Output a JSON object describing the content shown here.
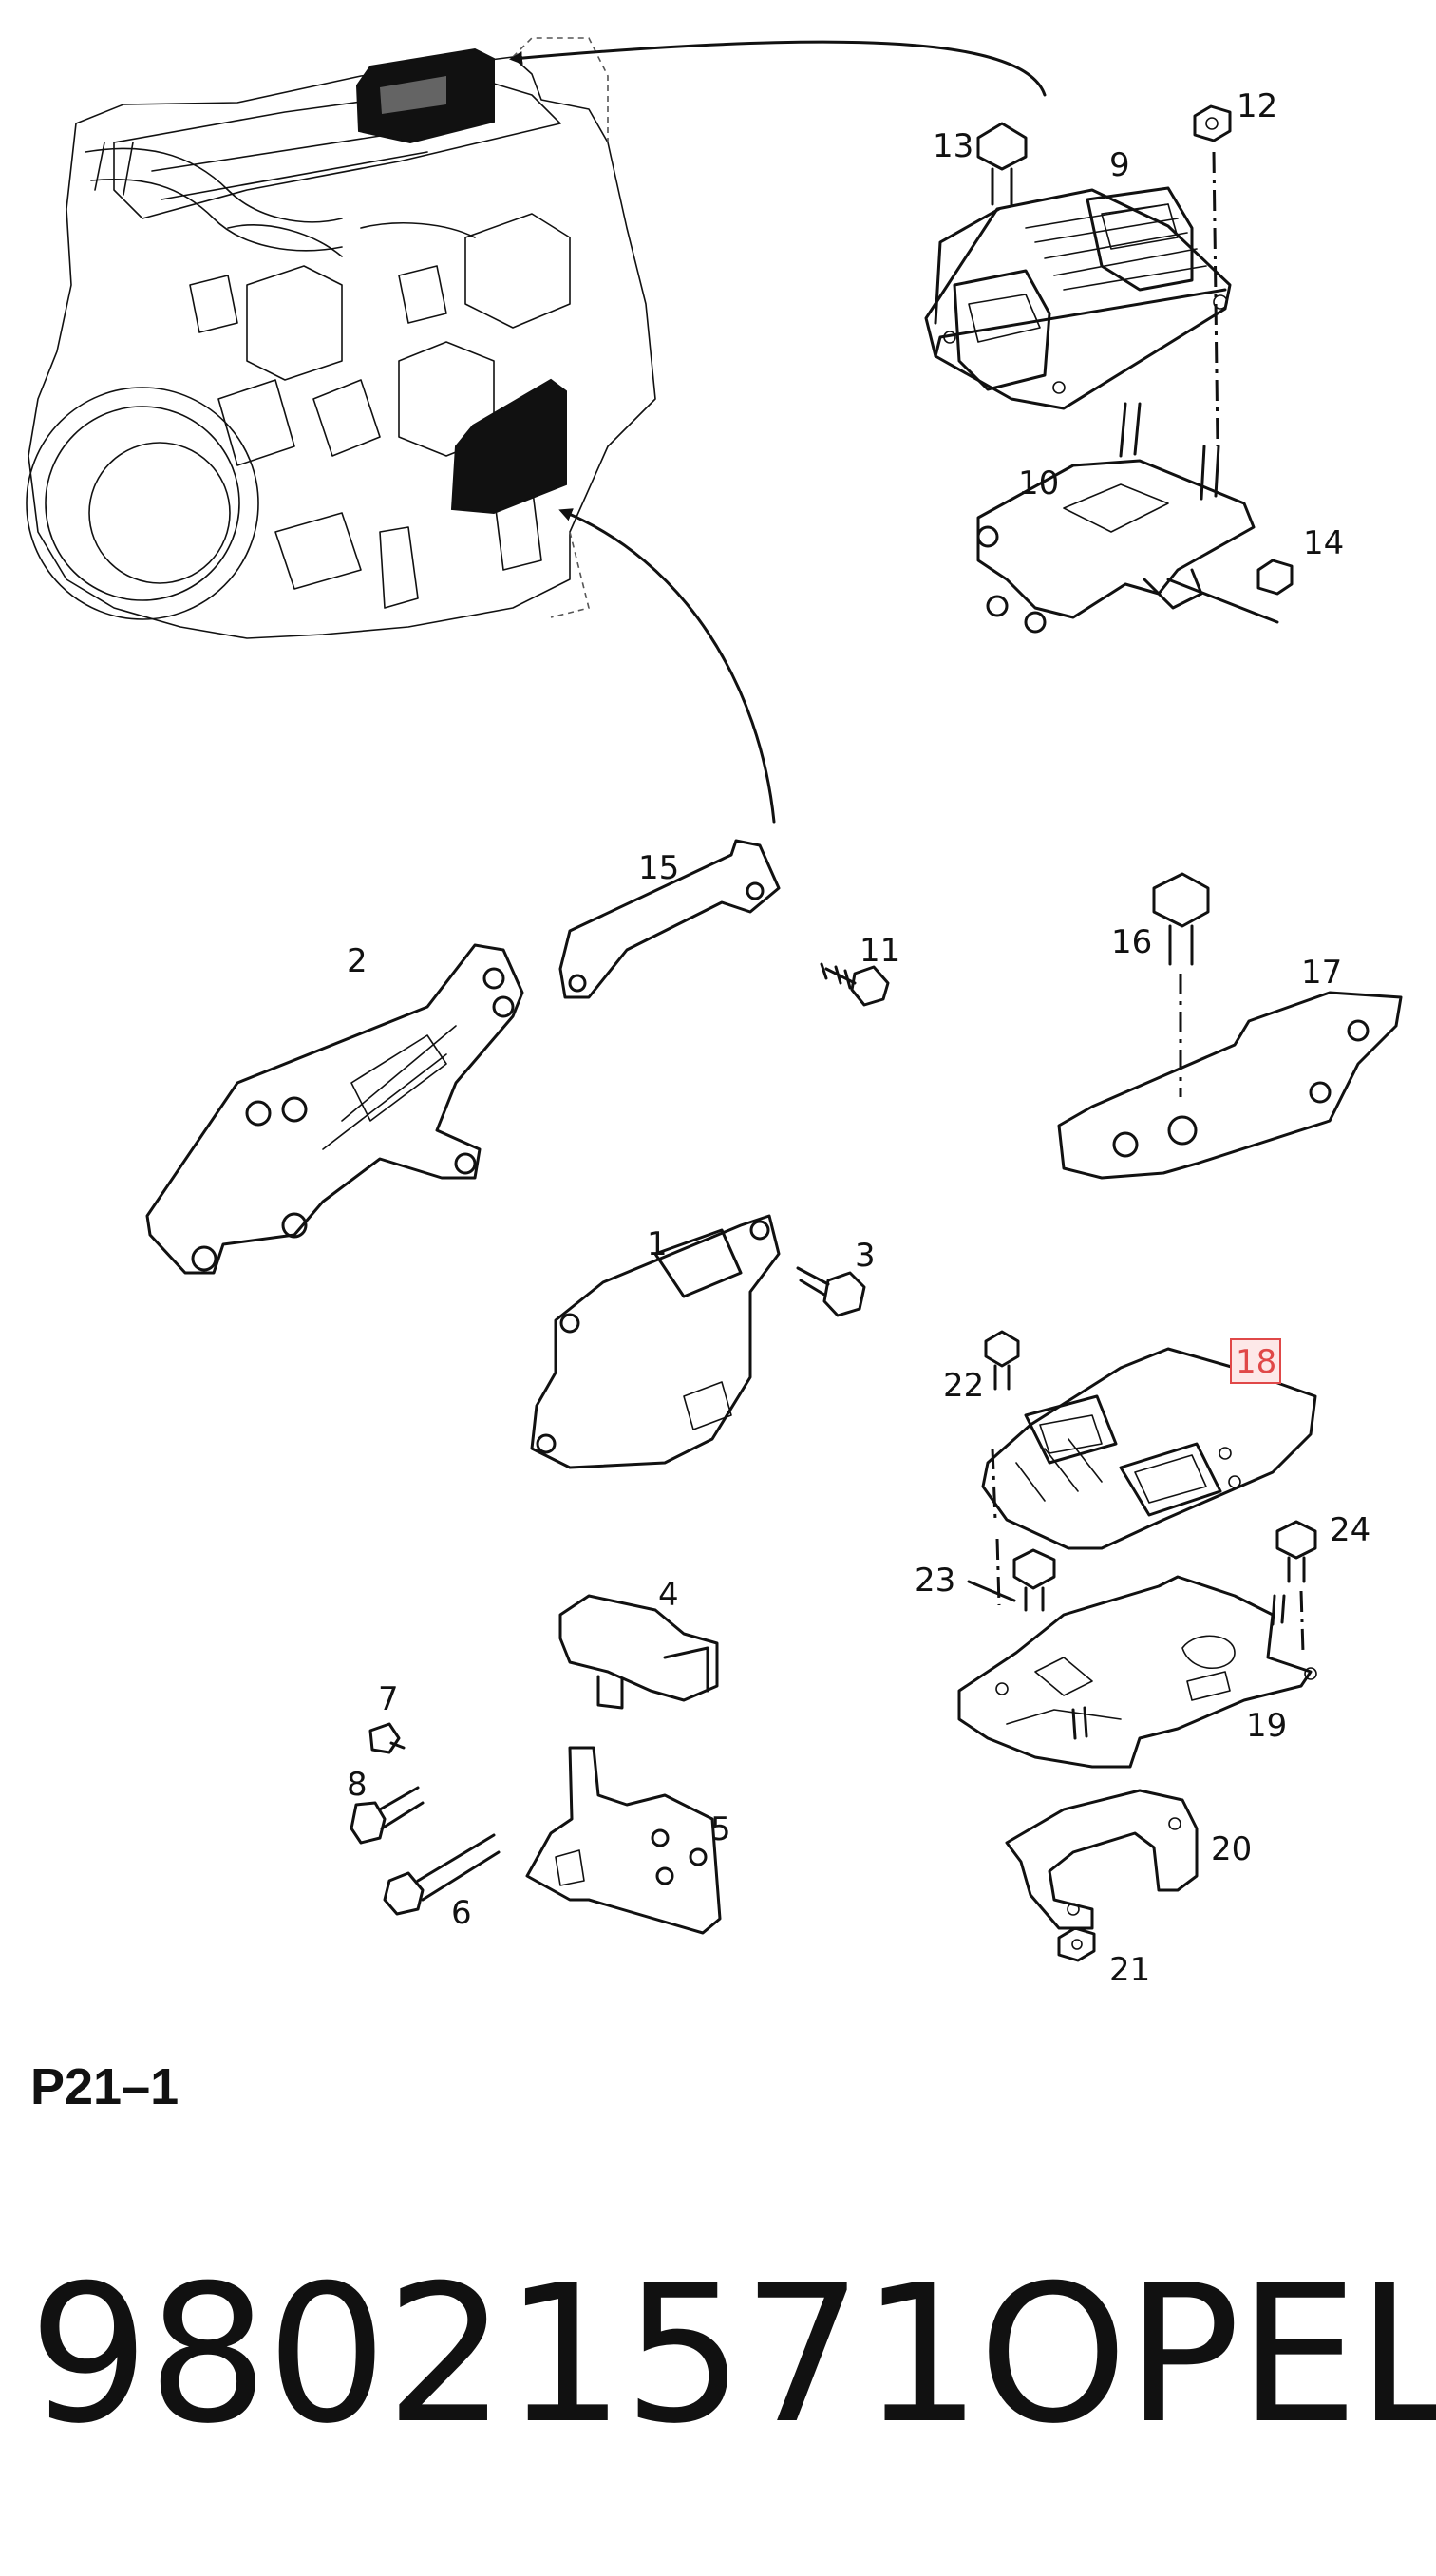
{
  "diagram": {
    "callouts": [
      "1",
      "2",
      "3",
      "4",
      "5",
      "6",
      "7",
      "8",
      "9",
      "10",
      "11",
      "12",
      "13",
      "14",
      "15",
      "16",
      "17",
      "18",
      "19",
      "20",
      "21",
      "22",
      "23",
      "24"
    ],
    "highlighted_callout": "18",
    "accent_color": "#e04848",
    "ink_color": "#111111"
  },
  "footer": {
    "reference_code": "P21–1",
    "part_number": "98021571",
    "brand": "OPEL"
  }
}
